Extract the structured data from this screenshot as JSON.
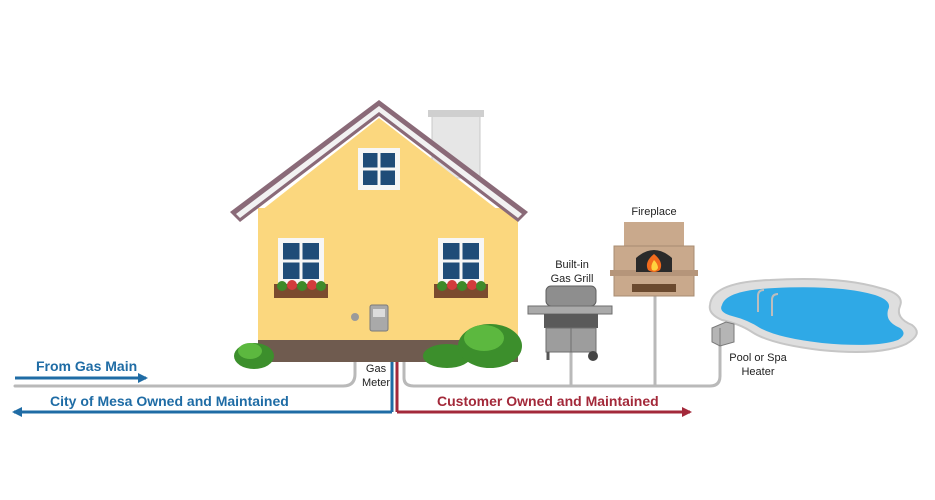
{
  "labels": {
    "from_gas_main": "From Gas Main",
    "city_owned": "City of Mesa Owned and Maintained",
    "customer_owned": "Customer Owned and Maintained",
    "gas_meter_line1": "Gas",
    "gas_meter_line2": "Meter",
    "grill_line1": "Built-in",
    "grill_line2": "Gas Grill",
    "fireplace": "Fireplace",
    "pool_line1": "Pool or Spa",
    "pool_line2": "Heater"
  },
  "colors": {
    "city_line": "#1f6ca5",
    "customer_line": "#a3293a",
    "gas_pipe": "#b9b9b9",
    "house_wall": "#fbd77e",
    "roof": "#8a6a78",
    "pool_water": "#2fa9e6"
  }
}
